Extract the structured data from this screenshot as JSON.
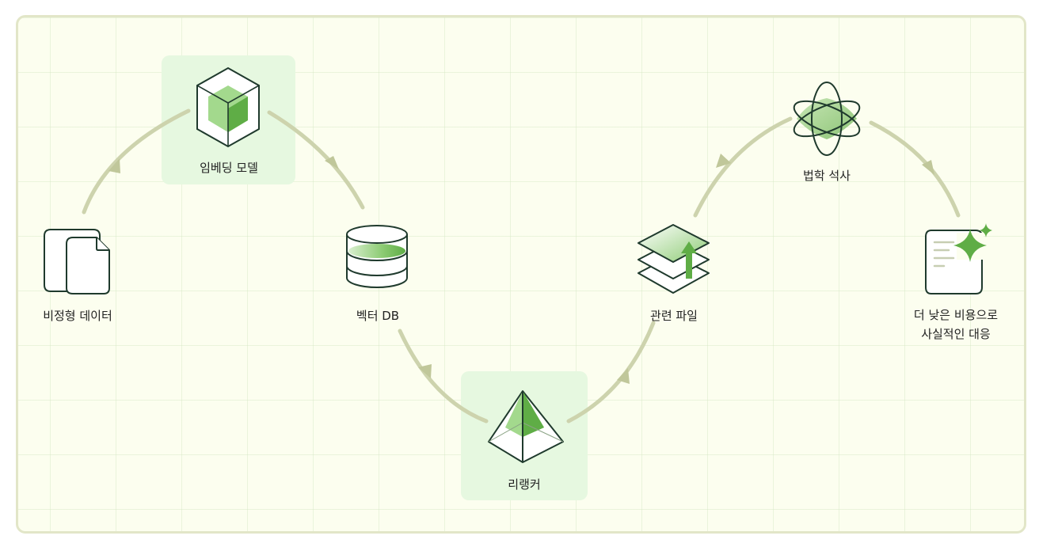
{
  "nodes": {
    "unstructured": {
      "label": "비정형 데이터"
    },
    "embedding": {
      "label": "임베딩 모델"
    },
    "vectordb": {
      "label": "벡터 DB"
    },
    "reranker": {
      "label": "리랭커"
    },
    "files": {
      "label": "관련 파일"
    },
    "llm": {
      "label": "법학 석사"
    },
    "result": {
      "line1": "더 낮은 비용으로",
      "line2": "사실적인 대응"
    }
  },
  "icons": {
    "unstructured": "documents-icon",
    "embedding": "cube-icon",
    "vectordb": "database-icon",
    "reranker": "pyramid-icon",
    "files": "layers-up-icon",
    "llm": "atom-icon",
    "result": "sparkle-document-icon"
  },
  "colors": {
    "accent": "#5fad46",
    "accent_light": "#a3d98d",
    "highlight": "#e6f8e0",
    "arrow": "#c9cfa6",
    "stroke": "#1f3a2d",
    "background": "#fcfeef"
  }
}
